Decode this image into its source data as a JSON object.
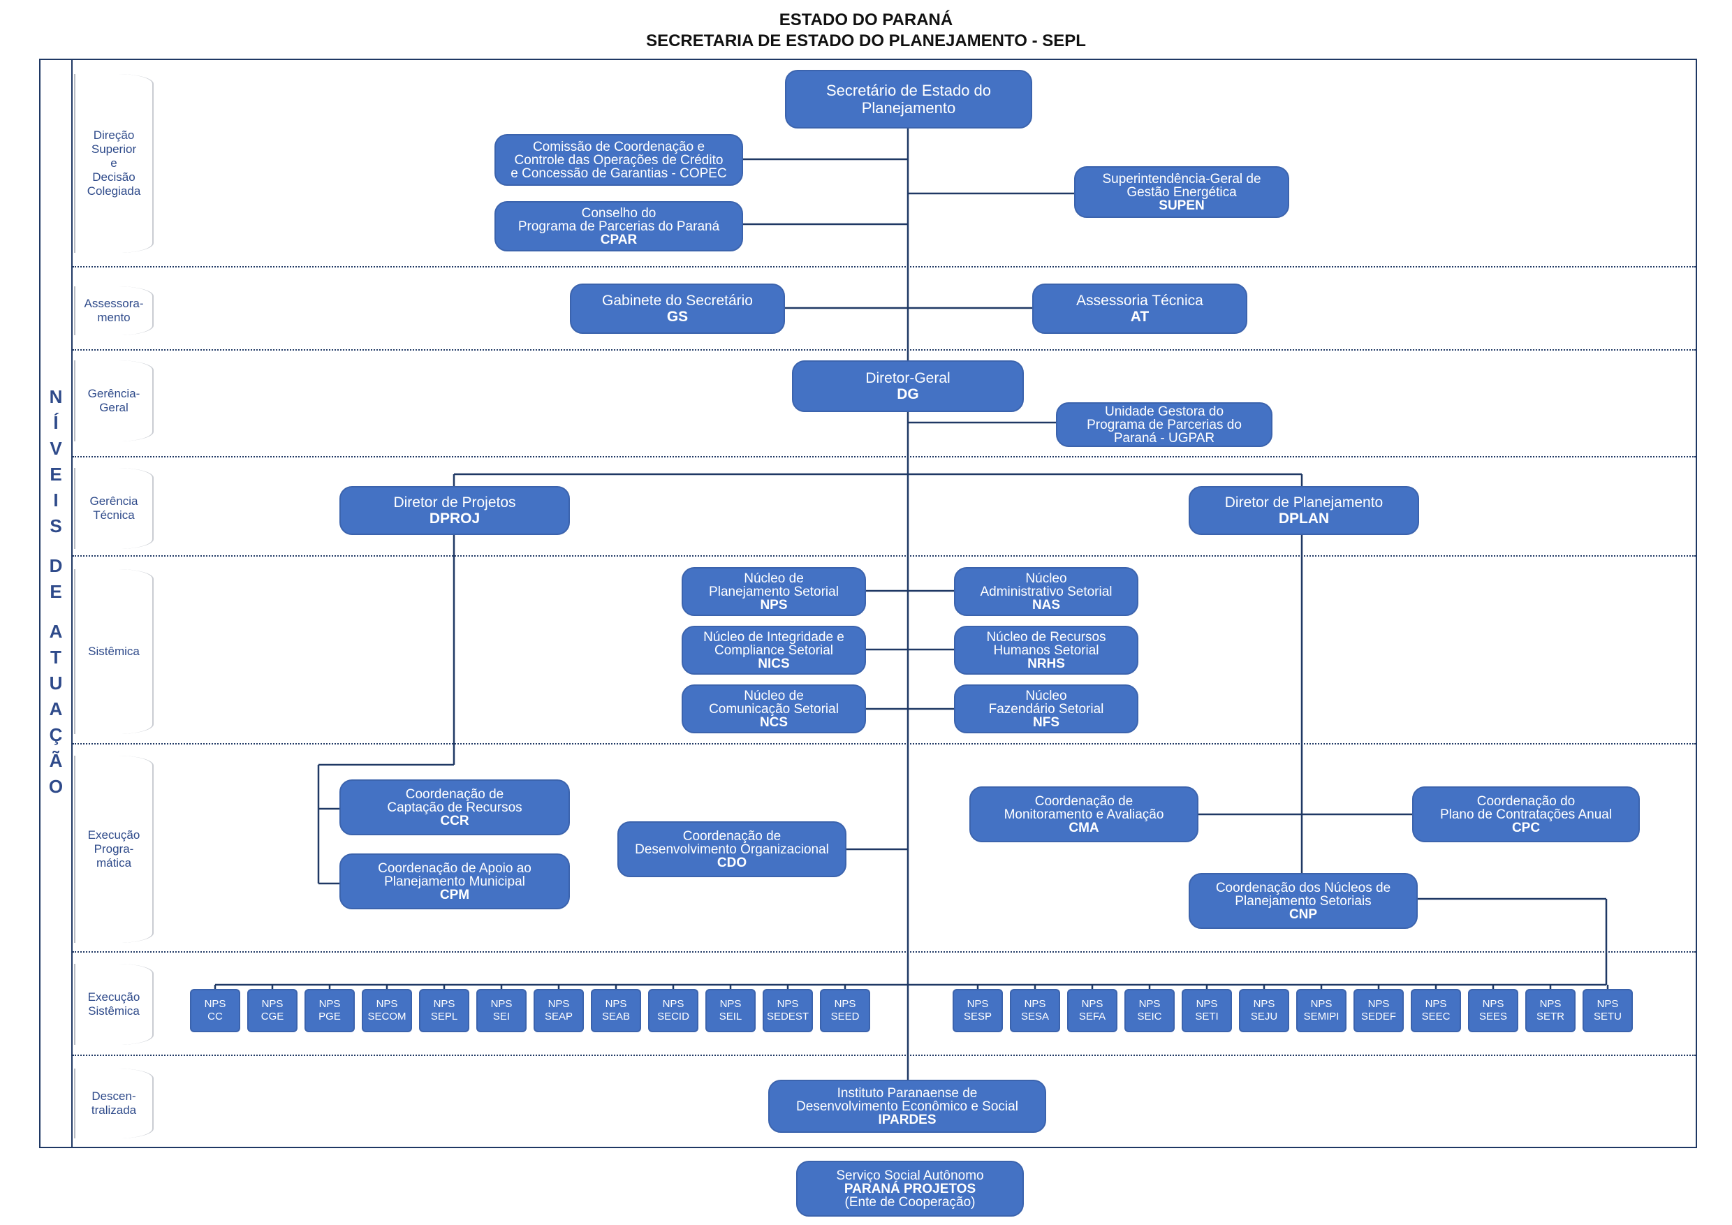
{
  "header": {
    "line1": "ESTADO DO PARANÁ",
    "line2": "SECRETARIA DE ESTADO DO PLANEJAMENTO - SEPL"
  },
  "vertical_title": [
    "N",
    "Í",
    "V",
    "E",
    "I",
    "S",
    "",
    "D",
    "E",
    "",
    "A",
    "T",
    "U",
    "A",
    "Ç",
    "Ã",
    "O"
  ],
  "levels": [
    {
      "id": "direcao",
      "label": "Direção\nSuperior\ne\nDecisão\nColegiada"
    },
    {
      "id": "assessoramento",
      "label": "Assessora-\nmento"
    },
    {
      "id": "gerencia-geral",
      "label": "Gerência-\nGeral"
    },
    {
      "id": "gerencia-tecnica",
      "label": "Gerência\nTécnica"
    },
    {
      "id": "sistemica",
      "label": "Sistêmica"
    },
    {
      "id": "execucao-programatica",
      "label": "Execução\nProgra-\nmática"
    },
    {
      "id": "execucao-sistemica",
      "label": "Execução\nSistêmica"
    },
    {
      "id": "descentralizada",
      "label": "Descen-\ntralizada"
    }
  ],
  "units": {
    "secretario": {
      "lines": [
        "Secretário de Estado do",
        "Planejamento"
      ],
      "bold": ""
    },
    "copec": {
      "lines": [
        "Comissão de Coordenação e",
        "Controle das Operações de Crédito",
        "e Concessão de Garantias - COPEC"
      ],
      "bold": ""
    },
    "cpar": {
      "lines": [
        "Conselho do",
        "Programa de Parcerias do Paraná"
      ],
      "bold": "CPAR"
    },
    "supen": {
      "lines": [
        "Superintendência-Geral de",
        "Gestão Energética"
      ],
      "bold": "SUPEN"
    },
    "gs": {
      "lines": [
        "Gabinete do Secretário"
      ],
      "bold": "GS"
    },
    "at": {
      "lines": [
        "Assessoria Técnica"
      ],
      "bold": "AT"
    },
    "dg": {
      "lines": [
        "Diretor-Geral"
      ],
      "bold": "DG"
    },
    "ugpar": {
      "lines": [
        "Unidade Gestora do",
        "Programa de Parcerias do",
        "Paraná - UGPAR"
      ],
      "bold": ""
    },
    "dproj": {
      "lines": [
        "Diretor de Projetos"
      ],
      "bold": "DPROJ"
    },
    "dplan": {
      "lines": [
        "Diretor de Planejamento"
      ],
      "bold": "DPLAN"
    },
    "nps": {
      "lines": [
        "Núcleo de",
        "Planejamento Setorial"
      ],
      "bold": "NPS"
    },
    "nas": {
      "lines": [
        "Núcleo",
        "Administrativo Setorial"
      ],
      "bold": "NAS"
    },
    "nics": {
      "lines": [
        "Núcleo de Integridade e",
        "Compliance Setorial"
      ],
      "bold": "NICS"
    },
    "nrhs": {
      "lines": [
        "Núcleo de Recursos",
        "Humanos Setorial"
      ],
      "bold": "NRHS"
    },
    "ncs": {
      "lines": [
        "Núcleo de",
        "Comunicação Setorial"
      ],
      "bold": "NCS"
    },
    "nfs": {
      "lines": [
        "Núcleo",
        "Fazendário Setorial"
      ],
      "bold": "NFS"
    },
    "ccr": {
      "lines": [
        "Coordenação de",
        "Captação de Recursos"
      ],
      "bold": "CCR"
    },
    "cpm": {
      "lines": [
        "Coordenação de Apoio ao",
        "Planejamento Municipal"
      ],
      "bold": "CPM"
    },
    "cdo": {
      "lines": [
        "Coordenação de",
        "Desenvolvimento Organizacional"
      ],
      "bold": "CDO"
    },
    "cma": {
      "lines": [
        "Coordenação de",
        "Monitoramento e Avaliação"
      ],
      "bold": "CMA"
    },
    "cpc": {
      "lines": [
        "Coordenação do",
        "Plano de Contratações Anual"
      ],
      "bold": "CPC"
    },
    "cnp": {
      "lines": [
        "Coordenação dos Núcleos de",
        "Planejamento Setoriais"
      ],
      "bold": "CNP"
    },
    "ipardes": {
      "lines": [
        "Instituto Paranaense de",
        "Desenvolvimento Econômico e Social"
      ],
      "bold": "IPARDES"
    },
    "parana_projetos": {
      "lines": [
        "Serviço Social Autônomo"
      ],
      "bold": "PARANÁ PROJETOS",
      "sub": "(Ente de Cooperação)"
    }
  },
  "nps_left": [
    [
      "NPS",
      "CC"
    ],
    [
      "NPS",
      "CGE"
    ],
    [
      "NPS",
      "PGE"
    ],
    [
      "NPS",
      "SECOM"
    ],
    [
      "NPS",
      "SEPL"
    ],
    [
      "NPS",
      "SEI"
    ],
    [
      "NPS",
      "SEAP"
    ],
    [
      "NPS",
      "SEAB"
    ],
    [
      "NPS",
      "SECID"
    ],
    [
      "NPS",
      "SEIL"
    ],
    [
      "NPS",
      "SEDEST"
    ],
    [
      "NPS",
      "SEED"
    ]
  ],
  "nps_right": [
    [
      "NPS",
      "SESP"
    ],
    [
      "NPS",
      "SESA"
    ],
    [
      "NPS",
      "SEFA"
    ],
    [
      "NPS",
      "SEIC"
    ],
    [
      "NPS",
      "SETI"
    ],
    [
      "NPS",
      "SEJU"
    ],
    [
      "NPS",
      "SEMIPI"
    ],
    [
      "NPS",
      "SEDEF"
    ],
    [
      "NPS",
      "SEEC"
    ],
    [
      "NPS",
      "SEES"
    ],
    [
      "NPS",
      "SETR"
    ],
    [
      "NPS",
      "SETU"
    ]
  ],
  "colors": {
    "box": "#4472c4",
    "box_border": "#3b63ad",
    "line": "#1f3864",
    "level_text": "#2e4a8a"
  }
}
